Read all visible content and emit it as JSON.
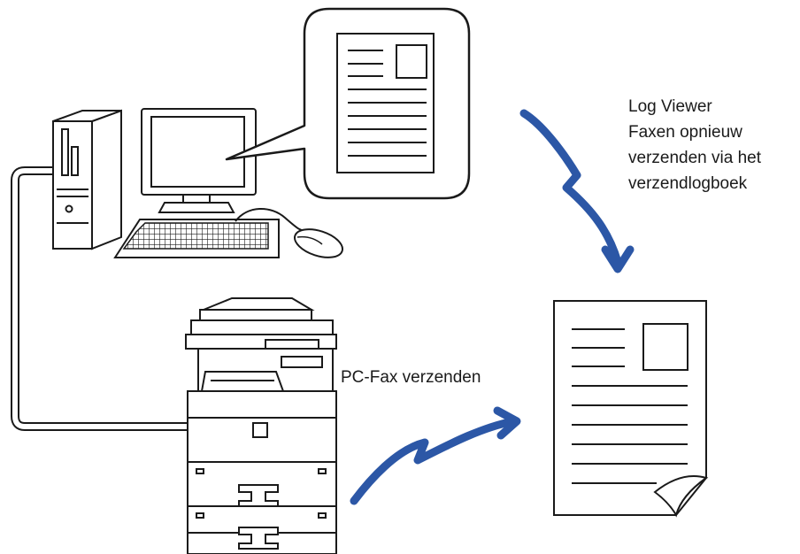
{
  "labels": {
    "log_viewer": {
      "lines": [
        "Log Viewer",
        "Faxen opnieuw",
        "verzenden via het",
        "verzendlogboek"
      ]
    },
    "pc_fax": "PC-Fax verzenden"
  },
  "colors": {
    "arrow": "#2c57a6",
    "line": "#1a1a1a",
    "cable": "#ffffff"
  },
  "icons": [
    "computer-tower-icon",
    "monitor-icon",
    "keyboard-icon",
    "mouse-icon",
    "speech-bubble-document-icon",
    "printer-mfp-icon",
    "document-icon",
    "lightning-arrow-icon"
  ]
}
